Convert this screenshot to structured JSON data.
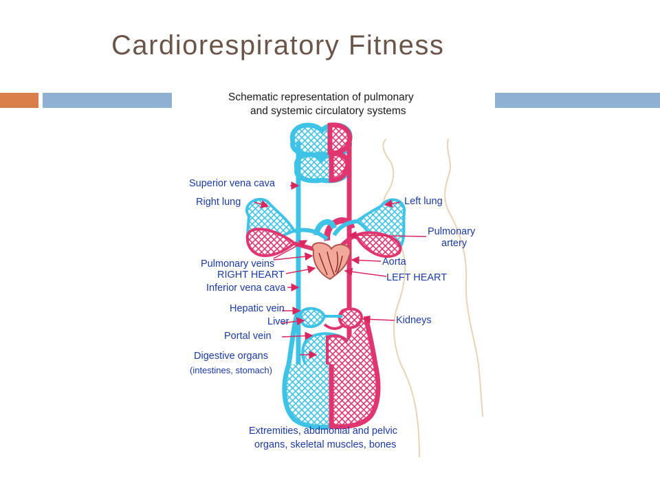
{
  "title": "Cardiorespiratory Fitness",
  "accent_colors": {
    "title": "#6b5548",
    "bar_orange": "#d9804a",
    "bar_blue": "#8fb0d2",
    "vessel_blue": "#3ec3e6",
    "vessel_red": "#e0356f",
    "label": "#1a3aa8",
    "arrow": "#d8265e"
  },
  "figure": {
    "caption_line1": "Schematic representation of pulmonary",
    "caption_line2": "and systemic circulatory systems",
    "labels": {
      "superior_vena_cava": "Superior vena cava",
      "right_lung": "Right lung",
      "left_lung": "Left lung",
      "pulmonary_artery_1": "Pulmonary",
      "pulmonary_artery_2": "artery",
      "pulmonary_veins": "Pulmonary veins",
      "aorta": "Aorta",
      "right_heart": "RIGHT HEART",
      "left_heart": "LEFT HEART",
      "inferior_vena_cava": "Inferior vena cava",
      "hepatic_vein": "Hepatic vein",
      "liver": "Liver",
      "kidneys": "Kidneys",
      "portal_vein": "Portal vein",
      "digestive_organs": "Digestive organs",
      "digestive_detail": "(intestines, stomach)"
    },
    "footer_line1": "Extremities, abdmonial and pelvic",
    "footer_line2": "organs, skeletal muscles, bones"
  }
}
